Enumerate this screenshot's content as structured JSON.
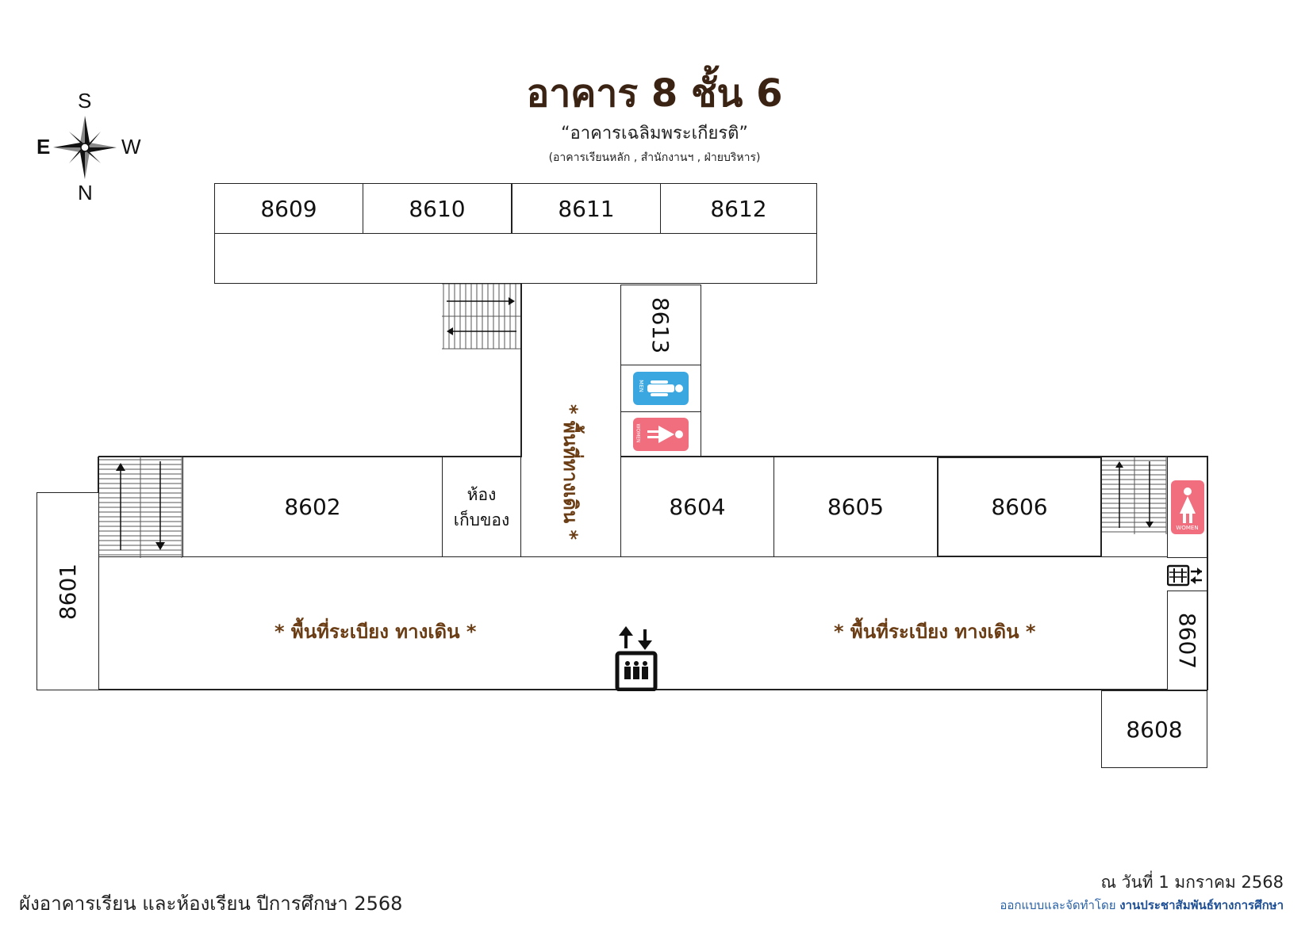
{
  "header": {
    "title": "อาคาร 8 ชั้น 6",
    "subtitle": "“อาคารเฉลิมพระเกียรติ”",
    "note": "(อาคารเรียนหลัก , สำนักงานฯ , ฝ่ายบริหาร)"
  },
  "compass": {
    "top": "S",
    "left": "E",
    "right": "W",
    "bottom": "N"
  },
  "rooms": {
    "r8601": "8601",
    "r8602": "8602",
    "r8604": "8604",
    "r8605": "8605",
    "r8606": "8606",
    "r8607": "8607",
    "r8608": "8608",
    "r8609": "8609",
    "r8610": "8610",
    "r8611": "8611",
    "r8612": "8612",
    "r8613": "8613",
    "storage_line1": "ห้อง",
    "storage_line2": "เก็บของ"
  },
  "walkways": {
    "left": "* พื้นที่ระเบียง ทางเดิน *",
    "right": "* พื้นที่ระเบียง ทางเดิน *",
    "vertical": "* พื้นที่ทางเดิน *"
  },
  "restrooms": {
    "men_label": "MEN",
    "women_label": "WOMEN"
  },
  "colors": {
    "title": "#3b2313",
    "walkway": "#6b3d14",
    "men": "#3ba7e0",
    "women": "#f06e7e",
    "credit": "#2a62a8"
  },
  "icons": [
    "compass-rose-icon",
    "elevator-icon",
    "stairs-icon",
    "men-restroom-icon",
    "women-restroom-icon",
    "lift-sign-icon"
  ],
  "footer": {
    "plan_caption": "ผังอาคารเรียน และห้องเรียน ปีการศึกษา 2568",
    "date": "ณ วันที่ 1 มกราคม 2568",
    "credit_prefix": "ออกแบบและจัดทำโดย",
    "credit_org": "งานประชาสัมพันธ์ทางการศึกษา"
  }
}
